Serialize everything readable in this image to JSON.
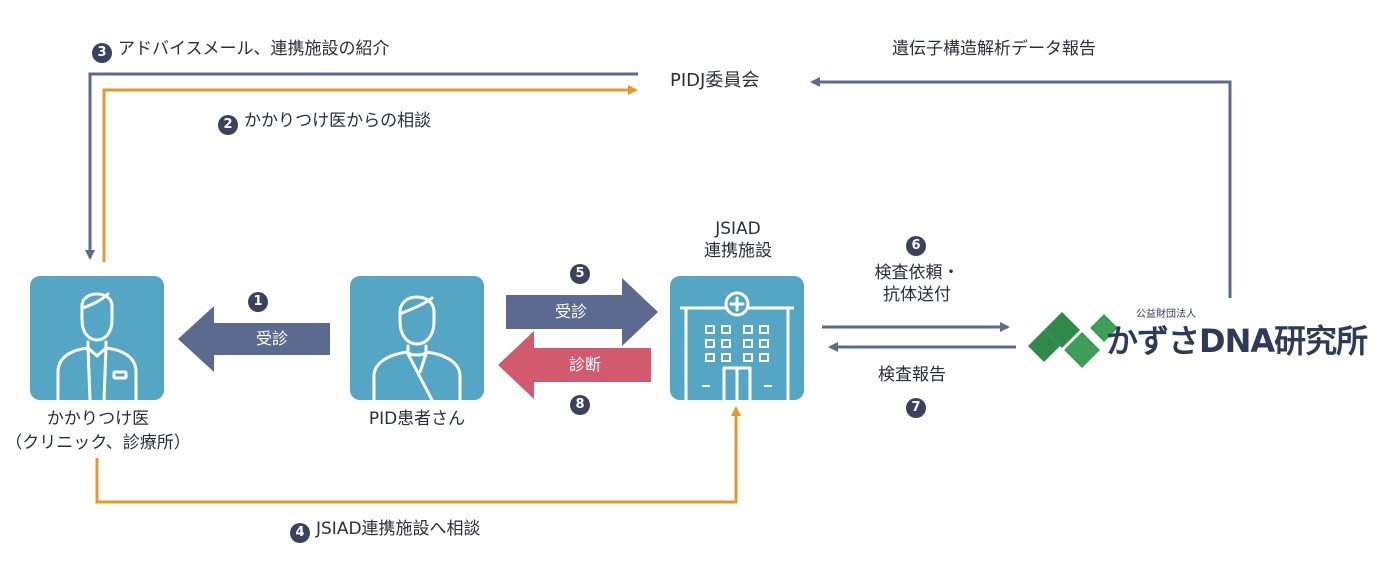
{
  "nodes": {
    "committee": "PIDJ委員会",
    "facility_line1": "JSIAD",
    "facility_line2": "連携施設",
    "doctor_line1": "かかりつけ医",
    "doctor_line2": "（クリニック、診療所）",
    "patient": "PID患者さん"
  },
  "flows": {
    "f1": {
      "num": "1",
      "label": "受診"
    },
    "f2": {
      "num": "2",
      "label": "かかりつけ医からの相談"
    },
    "f3": {
      "num": "3",
      "label": "アドバイスメール、連携施設の紹介"
    },
    "f4": {
      "num": "4",
      "label": "JSIAD連携施設へ相談"
    },
    "f5": {
      "num": "5",
      "label": "受診"
    },
    "f6": {
      "num": "6",
      "label_line1": "検査依頼・",
      "label_line2": "抗体送付"
    },
    "f7": {
      "num": "7",
      "label": "検査報告"
    },
    "f8": {
      "num": "8",
      "label": "診断"
    },
    "report": "遺伝子構造解析データ報告"
  },
  "logo": {
    "small_text": "公益財団法人",
    "main_text": "かずさDNA研究所"
  },
  "colors": {
    "slate": "#5c6a8f",
    "orange": "#e39a2b",
    "teal": "#54a6c4",
    "red": "#d15a6e",
    "badge": "#3a4260",
    "logo_green": "#2f8a4a"
  },
  "icons": [
    "doctor-icon",
    "patient-icon",
    "hospital-icon",
    "leaf-logo-icon"
  ]
}
